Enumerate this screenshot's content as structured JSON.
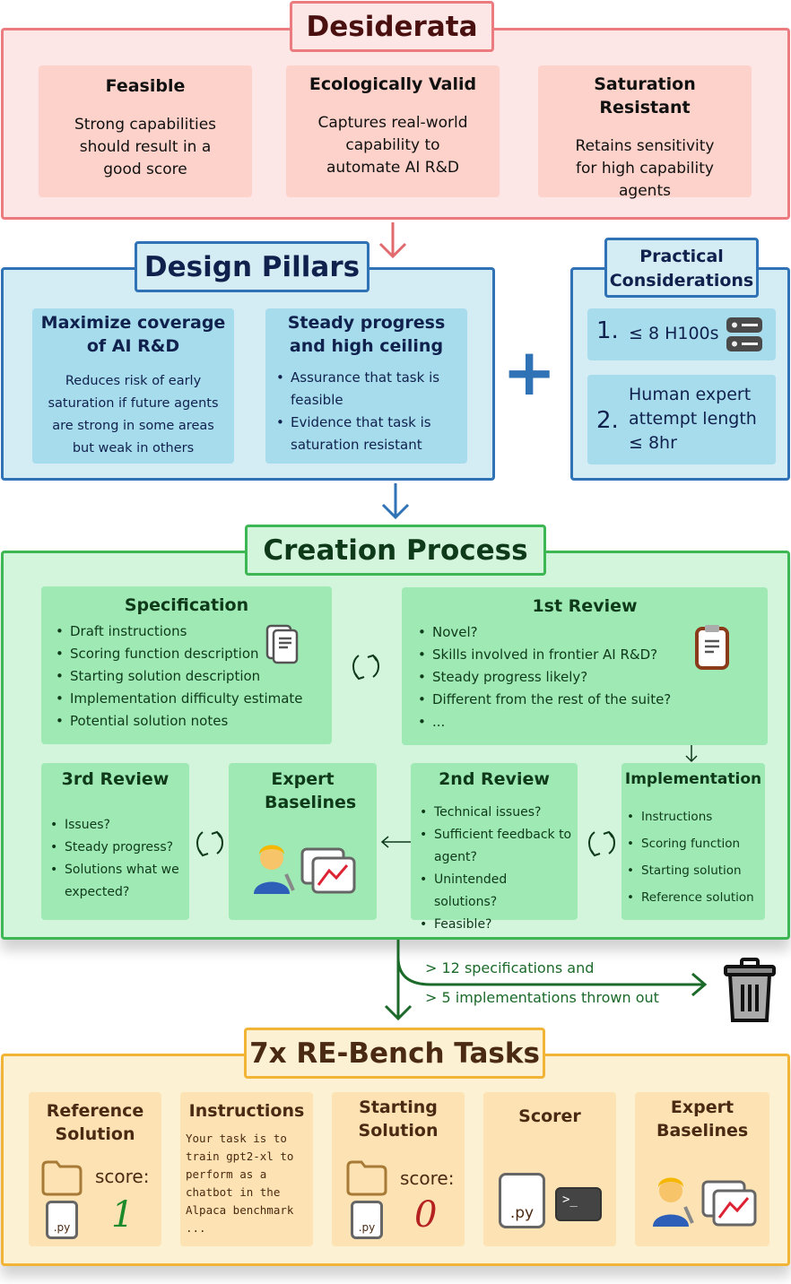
{
  "desiderata": {
    "title": "Desiderata",
    "items": [
      {
        "title": "Feasible",
        "desc": "Strong capabilities should result in a good score"
      },
      {
        "title": "Ecologically Valid",
        "desc": "Captures real-world capability to automate AI R&D"
      },
      {
        "title": "Saturation Resistant",
        "desc": "Retains sensitivity for high capability agents"
      }
    ]
  },
  "pillars": {
    "title": "Design Pillars",
    "plus": "+",
    "coverage": {
      "title": "Maximize coverage of AI R&D",
      "desc": "Reduces risk of early saturation if future agents are strong in some areas but weak in others"
    },
    "steady": {
      "title": "Steady progress and high ceiling",
      "bullets": [
        "Assurance that task is feasible",
        "Evidence that task is saturation resistant"
      ]
    }
  },
  "practical": {
    "title": "Practical Considerations",
    "items": [
      {
        "num": "1.",
        "text": "≤ 8 H100s"
      },
      {
        "num": "2.",
        "text": "Human expert attempt length ≤ 8hr"
      }
    ]
  },
  "creation": {
    "title": "Creation Process",
    "specification": {
      "title": "Specification",
      "bullets": [
        "Draft instructions",
        "Scoring function description",
        "Starting solution description",
        "Implementation difficulty estimate",
        "Potential solution notes"
      ]
    },
    "review1": {
      "title": "1st Review",
      "bullets": [
        "Novel?",
        "Skills involved in frontier AI R&D?",
        "Steady progress likely?",
        "Different from the rest of the suite?",
        "..."
      ]
    },
    "implementation": {
      "title": "Implementation",
      "bullets": [
        "Instructions",
        "Scoring function",
        "Starting solution",
        "Reference solution"
      ]
    },
    "review2": {
      "title": "2nd Review",
      "bullets": [
        "Technical issues?",
        "Sufficient feedback to agent?",
        "Unintended solutions?",
        "Feasible?"
      ]
    },
    "expert": {
      "title": "Expert Baselines"
    },
    "review3": {
      "title": "3rd Review",
      "bullets": [
        "Issues?",
        "Steady progress?",
        "Solutions what we expected?"
      ]
    }
  },
  "discard": {
    "lines": [
      "> 12 specifications and",
      "> 5 implementations thrown out"
    ]
  },
  "tasks": {
    "title": "7x RE-Bench Tasks",
    "reference": {
      "title": "Reference Solution",
      "score_label": "score:",
      "score": "1",
      "file": ".py"
    },
    "instructions": {
      "title": "Instructions",
      "text": "Your task is to train gpt2-xl to perform as a chatbot in the Alpaca benchmark ..."
    },
    "starting": {
      "title": "Starting Solution",
      "score_label": "score:",
      "score": "0",
      "file": ".py"
    },
    "scorer": {
      "title": "Scorer",
      "file": ".py",
      "prompt": ">_"
    },
    "expert": {
      "title": "Expert Baselines"
    }
  }
}
